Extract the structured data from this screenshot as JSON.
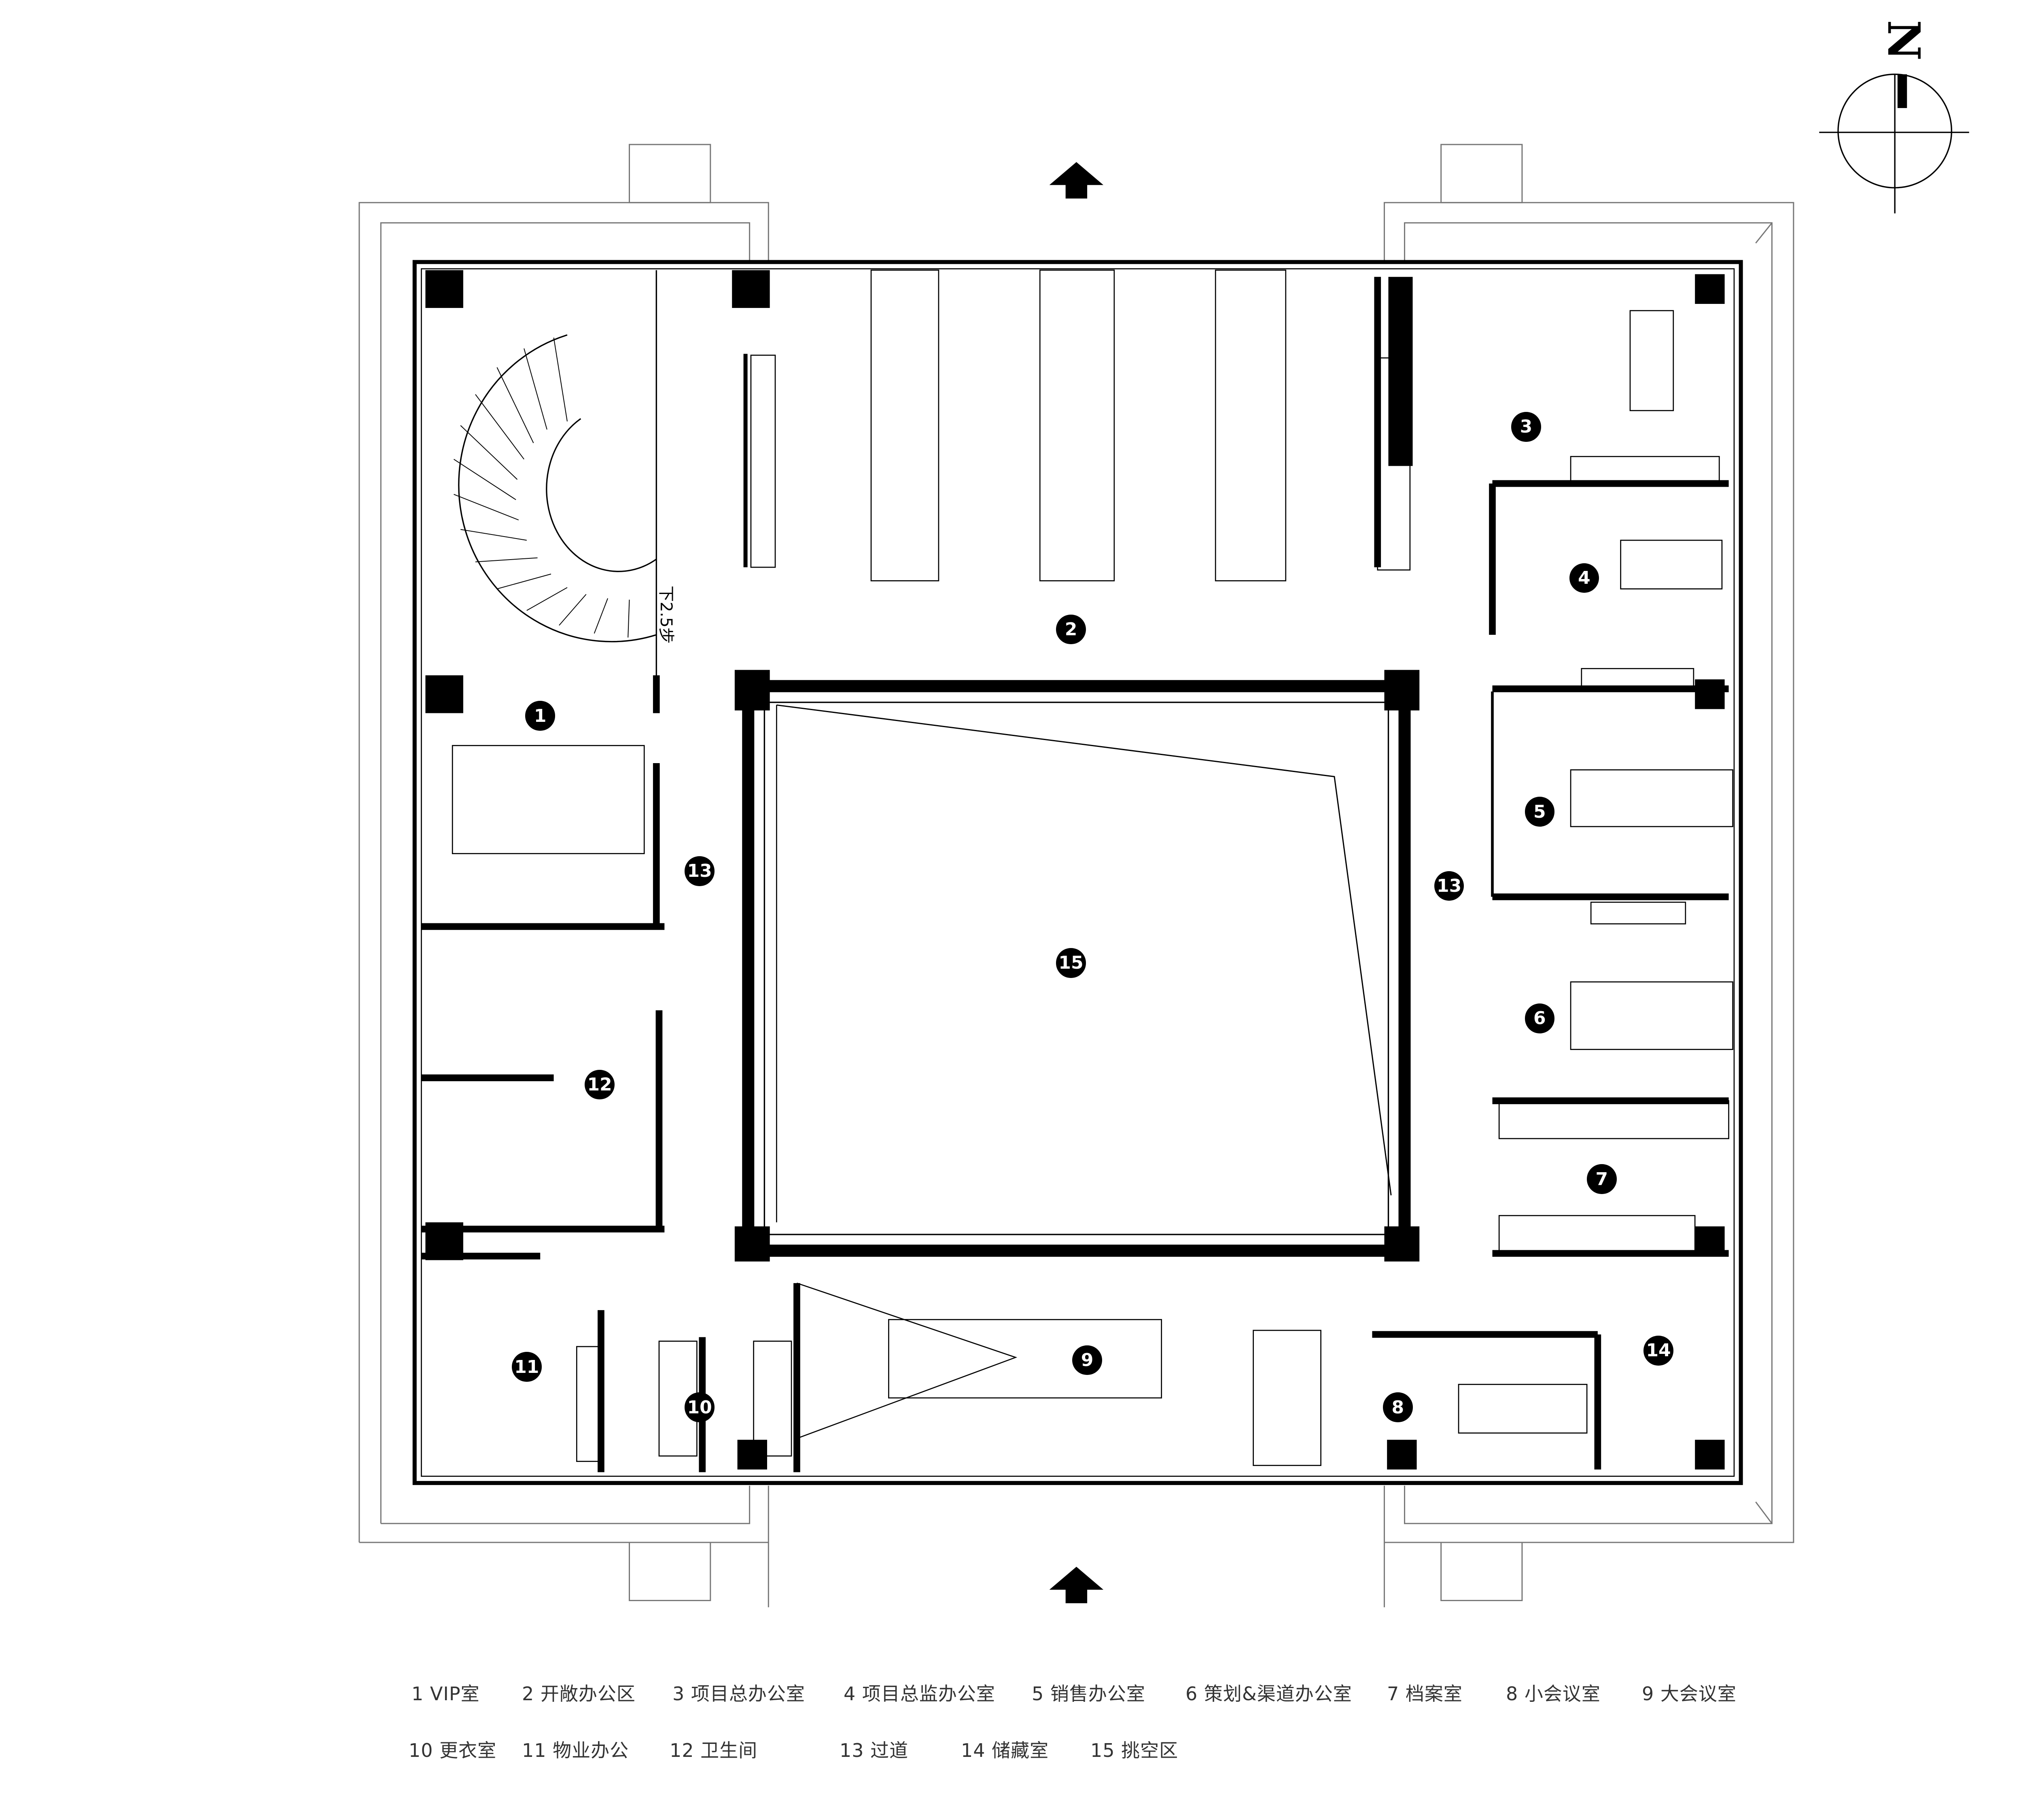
{
  "plan": {
    "stair_note": "下2.5步",
    "north_label": "N"
  },
  "room_badges": [
    "1",
    "2",
    "3",
    "4",
    "5",
    "6",
    "7",
    "8",
    "9",
    "10",
    "11",
    "12",
    "13",
    "13",
    "14",
    "15"
  ],
  "legend": [
    "1 VIP室",
    "2 开敞办公区",
    "3 项目总办公室",
    "4 项目总监办公室",
    "5 销售办公室",
    "6 策划&渠道办公室",
    "7 档案室",
    "8 小会议室",
    "9 大会议室",
    "10 更衣室",
    "11 物业办公",
    "12 卫生间",
    "13  过道",
    "14  储藏室",
    "15  挑空区"
  ],
  "colors": {
    "line": "#000000",
    "thin": "#444444",
    "paper": "#ffffff"
  }
}
